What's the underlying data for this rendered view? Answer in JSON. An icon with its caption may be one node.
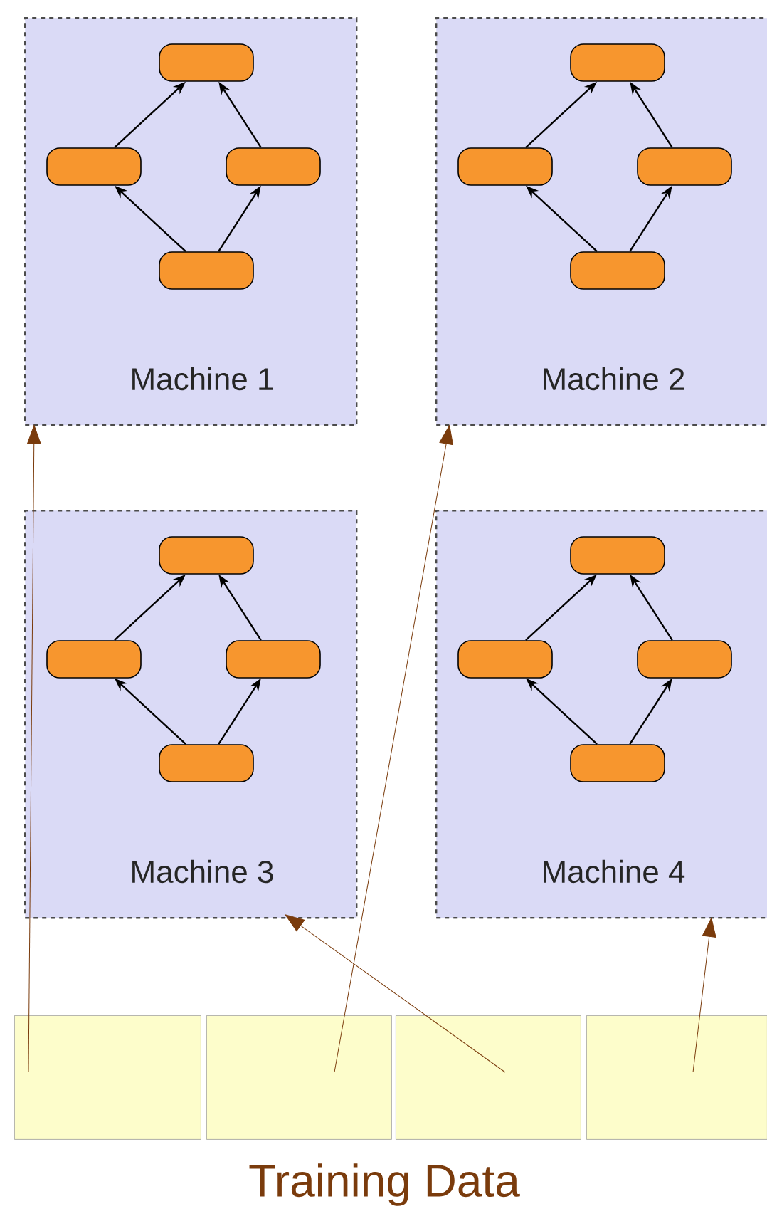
{
  "diagram": {
    "nodes": [
      {
        "text": [
          "Machine 1"
        ]
      },
      {
        "text": [],
        "shape": "box",
        "in": 0
      },
      {
        "text": [],
        "shape": "box",
        "in": 0
      },
      {
        "text": [],
        "shape": "box",
        "in": 0
      },
      {
        "text": [],
        "shape": "box",
        "in": 0
      },
      {
        "text": [
          "Machine 2"
        ]
      },
      {
        "text": [],
        "shape": "box",
        "in": 5
      },
      {
        "text": [],
        "shape": "box",
        "in": 5
      },
      {
        "text": [],
        "shape": "box",
        "in": 5
      },
      {
        "text": [],
        "shape": "box",
        "in": 5
      },
      {
        "text": [
          "Machine 3"
        ]
      },
      {
        "text": [],
        "shape": "box",
        "in": 10
      },
      {
        "text": [],
        "shape": "box",
        "in": 10
      },
      {
        "text": [],
        "shape": "box",
        "in": 10
      },
      {
        "text": [],
        "shape": "box",
        "in": 10
      },
      {
        "text": [
          "Machine 4"
        ]
      },
      {
        "text": [],
        "shape": "box",
        "in": 15
      },
      {
        "text": [],
        "shape": "box",
        "in": 15
      },
      {
        "text": [],
        "shape": "box",
        "in": 15
      },
      {
        "text": [],
        "shape": "box",
        "in": 15
      },
      {
        "text": [],
        "shape": "box"
      },
      {
        "text": [],
        "shape": "box"
      },
      {
        "text": [],
        "shape": "box"
      },
      {
        "text": [],
        "shape": "box"
      }
    ],
    "edges": [
      {
        "from": 4,
        "to": 2,
        "arrow": "to"
      },
      {
        "from": 4,
        "to": 3,
        "arrow": "to"
      },
      {
        "from": 2,
        "to": 1,
        "arrow": "to"
      },
      {
        "from": 3,
        "to": 1,
        "arrow": "to"
      },
      {
        "from": 9,
        "to": 7,
        "arrow": "to"
      },
      {
        "from": 9,
        "to": 8,
        "arrow": "to"
      },
      {
        "from": 7,
        "to": 6,
        "arrow": "to"
      },
      {
        "from": 8,
        "to": 6,
        "arrow": "to"
      },
      {
        "from": 14,
        "to": 12,
        "arrow": "to"
      },
      {
        "from": 14,
        "to": 13,
        "arrow": "to"
      },
      {
        "from": 12,
        "to": 11,
        "arrow": "to"
      },
      {
        "from": 13,
        "to": 11,
        "arrow": "to"
      },
      {
        "from": 19,
        "to": 17,
        "arrow": "to"
      },
      {
        "from": 19,
        "to": 18,
        "arrow": "to"
      },
      {
        "from": 17,
        "to": 16,
        "arrow": "to"
      },
      {
        "from": 18,
        "to": 16,
        "arrow": "to"
      },
      {
        "from": 20,
        "to": 0,
        "arrow": "to",
        "color": "#7a3b0c"
      },
      {
        "from": 21,
        "to": 5,
        "arrow": "to",
        "color": "#7a3b0c"
      },
      {
        "from": 22,
        "to": 10,
        "arrow": "to",
        "color": "#7a3b0c"
      },
      {
        "from": 23,
        "to": 15,
        "arrow": "to",
        "color": "#7a3b0c"
      }
    ],
    "labels": [
      "Training Data"
    ]
  }
}
